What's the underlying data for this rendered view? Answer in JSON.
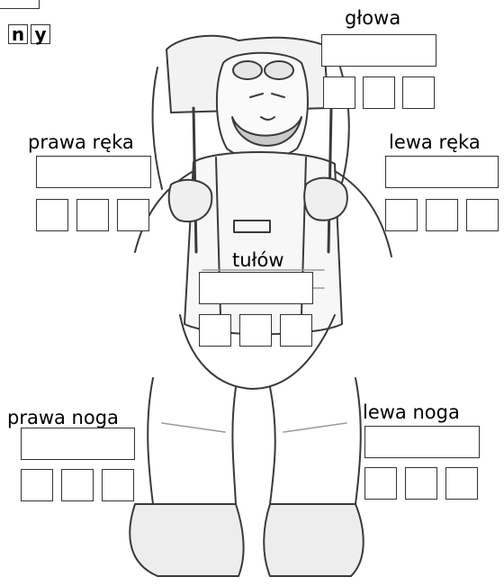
{
  "top_letters": [
    "n",
    "y"
  ],
  "parts": {
    "glowa": {
      "label": "głowa"
    },
    "prawa_reka": {
      "label": "prawa ręka"
    },
    "lewa_reka": {
      "label": "lewa ręka"
    },
    "tulow": {
      "label": "tułów"
    },
    "prawa_noga": {
      "label": "prawa noga"
    },
    "lewa_noga": {
      "label": "lewa noga"
    }
  }
}
